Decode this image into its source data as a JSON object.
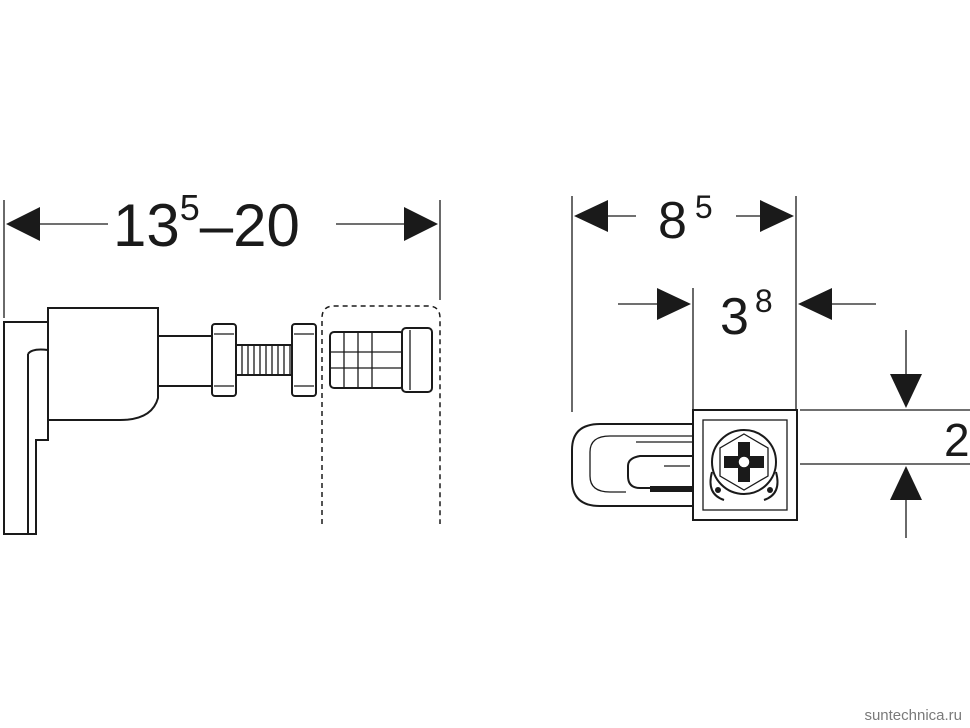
{
  "left_view": {
    "dimension_main": "13",
    "dimension_sup": "5",
    "dimension_rest": "–20"
  },
  "right_view": {
    "outer_width_main": "8",
    "outer_width_sup": "5",
    "inner_width_main": "3",
    "inner_width_sup": "8",
    "height_label": "2"
  },
  "watermark": "suntechnica.ru"
}
